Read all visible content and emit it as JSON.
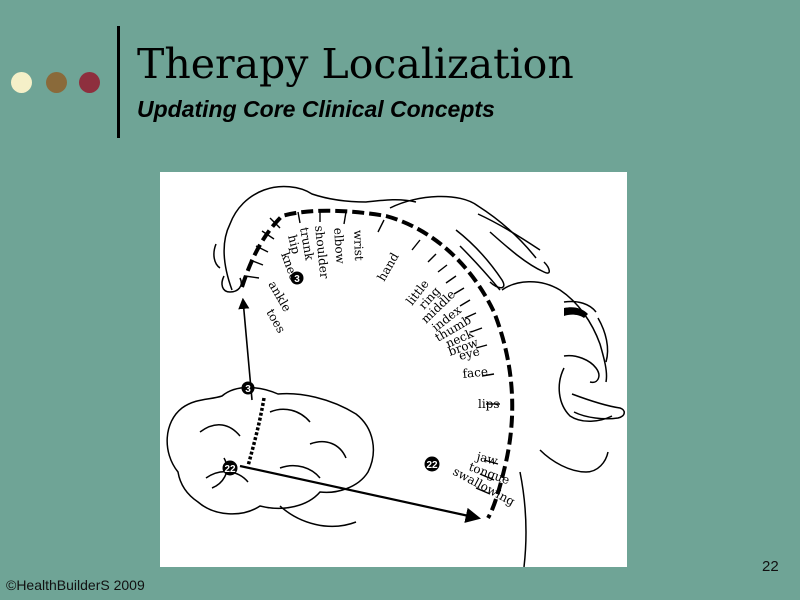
{
  "slide": {
    "title": "Therapy Localization",
    "subtitle": "Updating Core Clinical Concepts",
    "slide_number": "22",
    "copyright": "©HealthBuilderS 2009"
  },
  "figure": {
    "body_labels": [
      "toes",
      "ankle",
      "knee",
      "hip",
      "trunk",
      "shoulder",
      "elbow",
      "wrist",
      "hand",
      "little",
      "ring",
      "middle",
      "index",
      "thumb",
      "neck",
      "brow",
      "eye",
      "face",
      "lips",
      "jaw",
      "tongue",
      "swallowing"
    ],
    "area_numbers": [
      "3",
      "22"
    ]
  },
  "colors": {
    "background": "#6fa496",
    "dot_1": "#f5f0c8",
    "dot_2": "#8a6a3a",
    "dot_3": "#8e2f3e"
  }
}
